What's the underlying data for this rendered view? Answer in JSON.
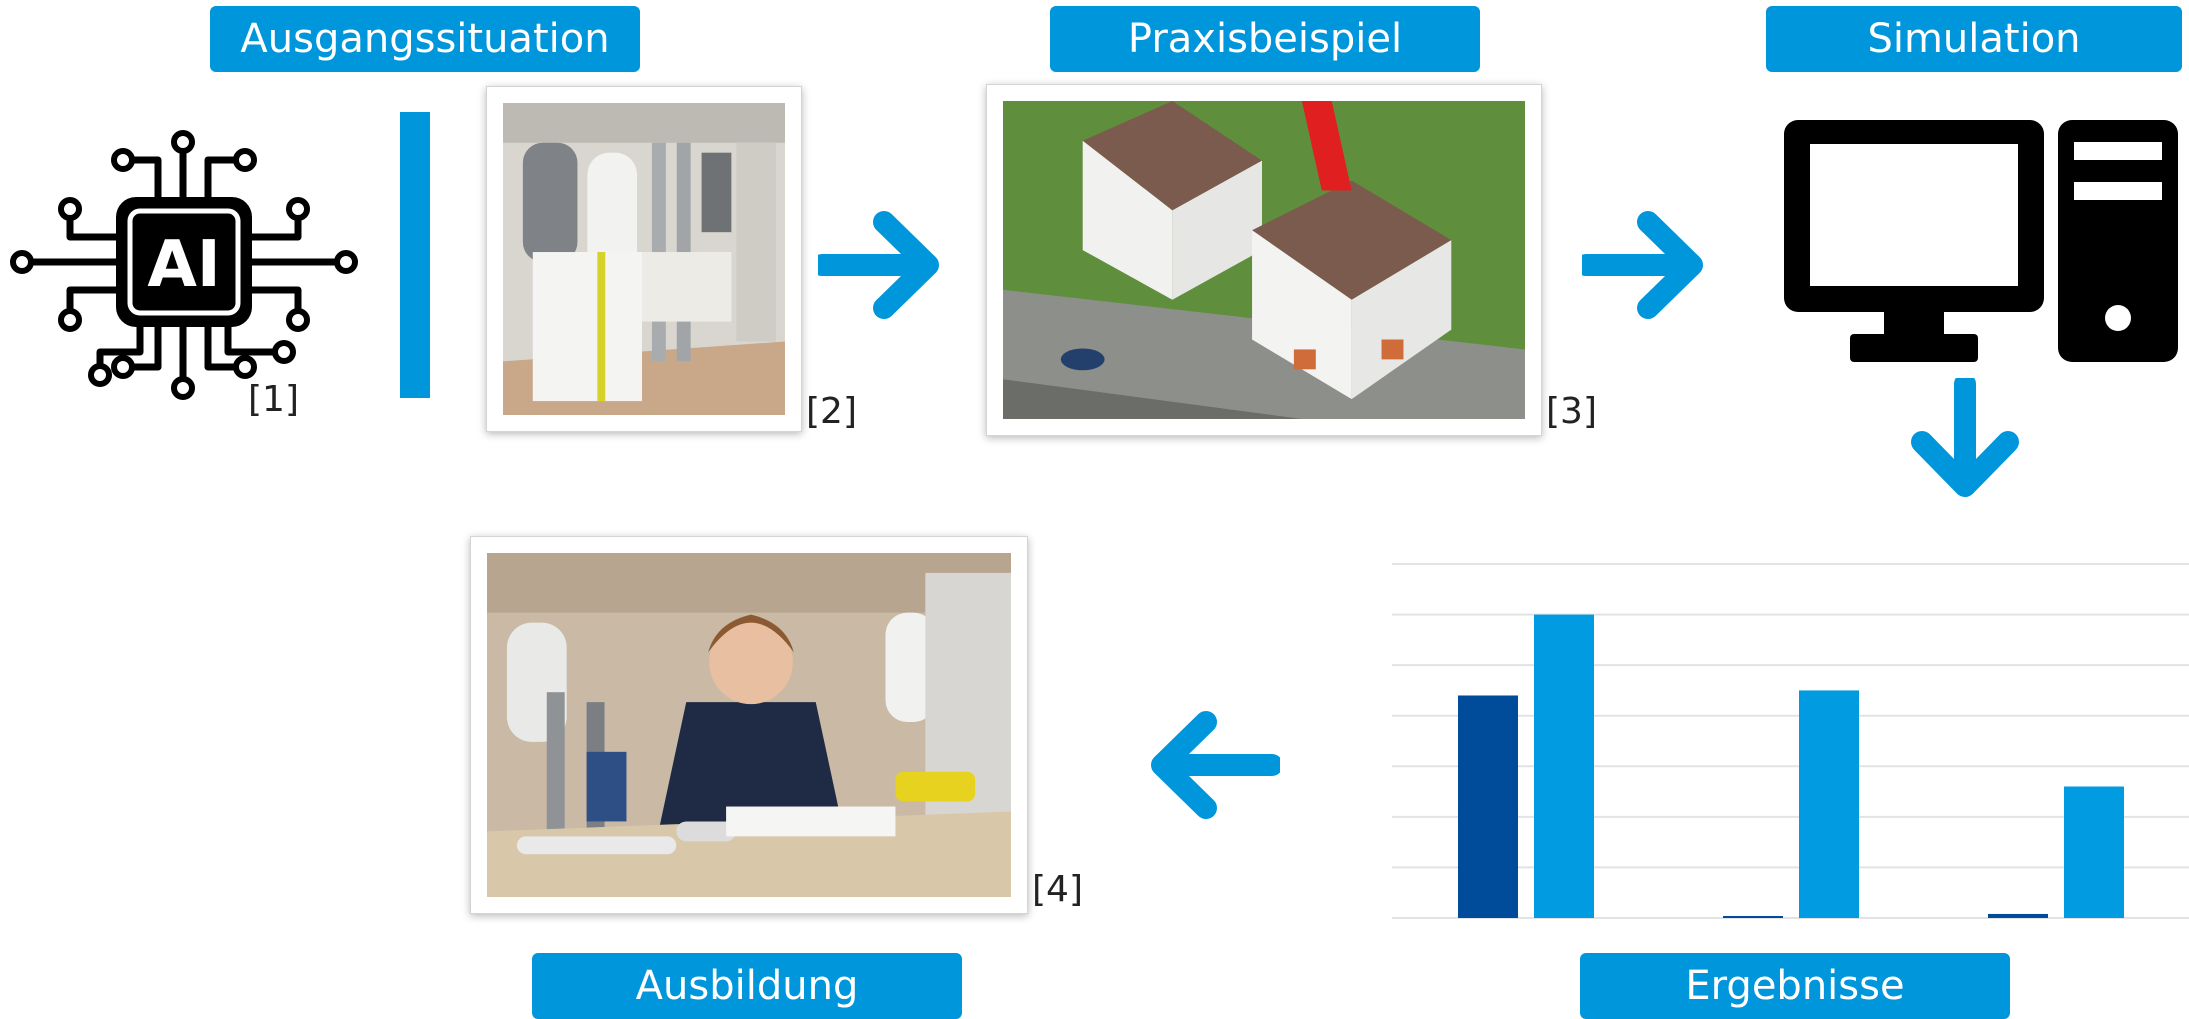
{
  "labels": {
    "ausgangssituation": "Ausgangssituation",
    "praxisbeispiel": "Praxisbeispiel",
    "simulation": "Simulation",
    "ergebnisse": "Ergebnisse",
    "ausbildung": "Ausbildung"
  },
  "ai_chip_text": "AI",
  "references": {
    "r1": "[1]",
    "r2": "[2]",
    "r3": "[3]",
    "r4": "[4]"
  },
  "icons": {
    "ai": "ai-chip-icon",
    "computer": "desktop-computer-icon",
    "arrow": "arrow-icon"
  },
  "colors": {
    "accent": "#0096dc",
    "bar_dark": "#004c9b",
    "bar_light": "#009be1",
    "grid": "#e3e3e3"
  },
  "chart_data": {
    "type": "bar",
    "categories": [
      "",
      "",
      ""
    ],
    "series": [
      {
        "values": [
          44,
          0.3,
          0.8
        ]
      },
      {
        "values": [
          60,
          45,
          26
        ]
      }
    ],
    "ylim": [
      0,
      70
    ],
    "grid": true
  }
}
